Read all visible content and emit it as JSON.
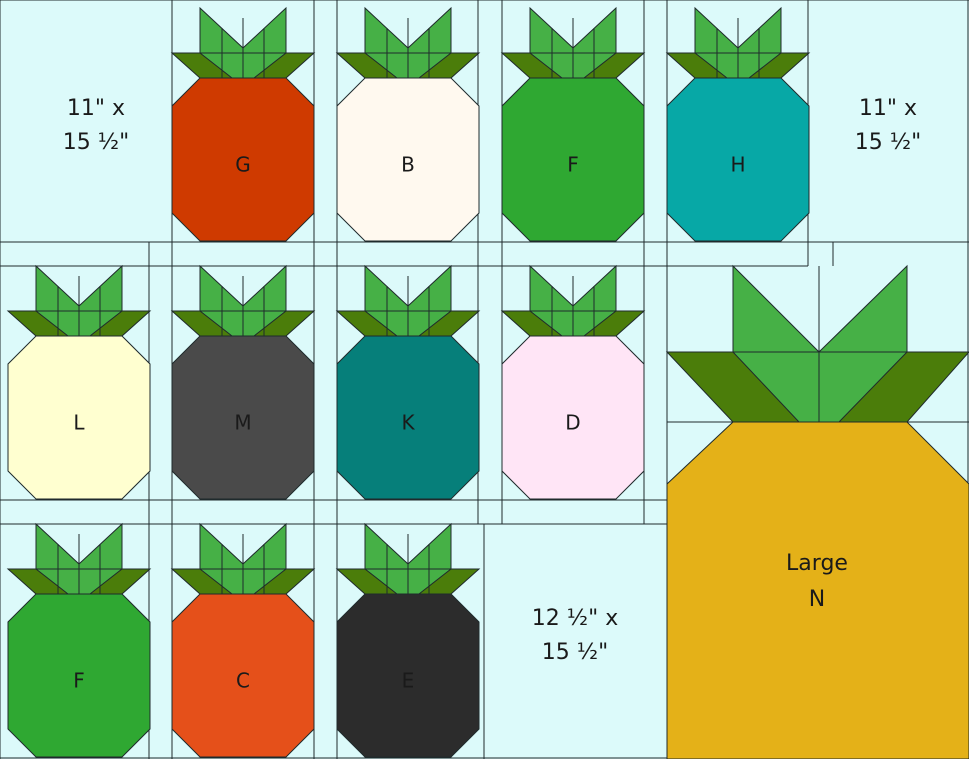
{
  "colors": {
    "background": "#dcfafa",
    "line": "#1f2a2c",
    "leaf_light": "#46b046",
    "leaf_dark": "#4b7d0a",
    "fabric": {
      "G": "#cf3a00",
      "B": "#fff9ef",
      "F": "#2fa832",
      "H": "#07a8a6",
      "L": "#ffffd0",
      "M": "#4a4a4a",
      "K": "#067f7a",
      "D": "#ffe5f6",
      "C": "#e5501a",
      "E": "#2c2c2c",
      "N": "#e4b118"
    }
  },
  "text_blocks": {
    "left_top": [
      "11\" x",
      "15 ½\""
    ],
    "right_top": [
      "11\" x",
      "15 ½\""
    ],
    "bottom_mid": [
      "12 ½\" x",
      "15 ½\""
    ]
  },
  "pineapples": [
    {
      "label": "G",
      "fabric": "G"
    },
    {
      "label": "B",
      "fabric": "B"
    },
    {
      "label": "F",
      "fabric": "F"
    },
    {
      "label": "H",
      "fabric": "H"
    },
    {
      "label": "L",
      "fabric": "L"
    },
    {
      "label": "M",
      "fabric": "M"
    },
    {
      "label": "K",
      "fabric": "K"
    },
    {
      "label": "D",
      "fabric": "D"
    },
    {
      "label": "F",
      "fabric": "F"
    },
    {
      "label": "C",
      "fabric": "C"
    },
    {
      "label": "E",
      "fabric": "E"
    }
  ],
  "large_pineapple": {
    "label_lines": [
      "Large",
      "N"
    ],
    "fabric": "N"
  }
}
